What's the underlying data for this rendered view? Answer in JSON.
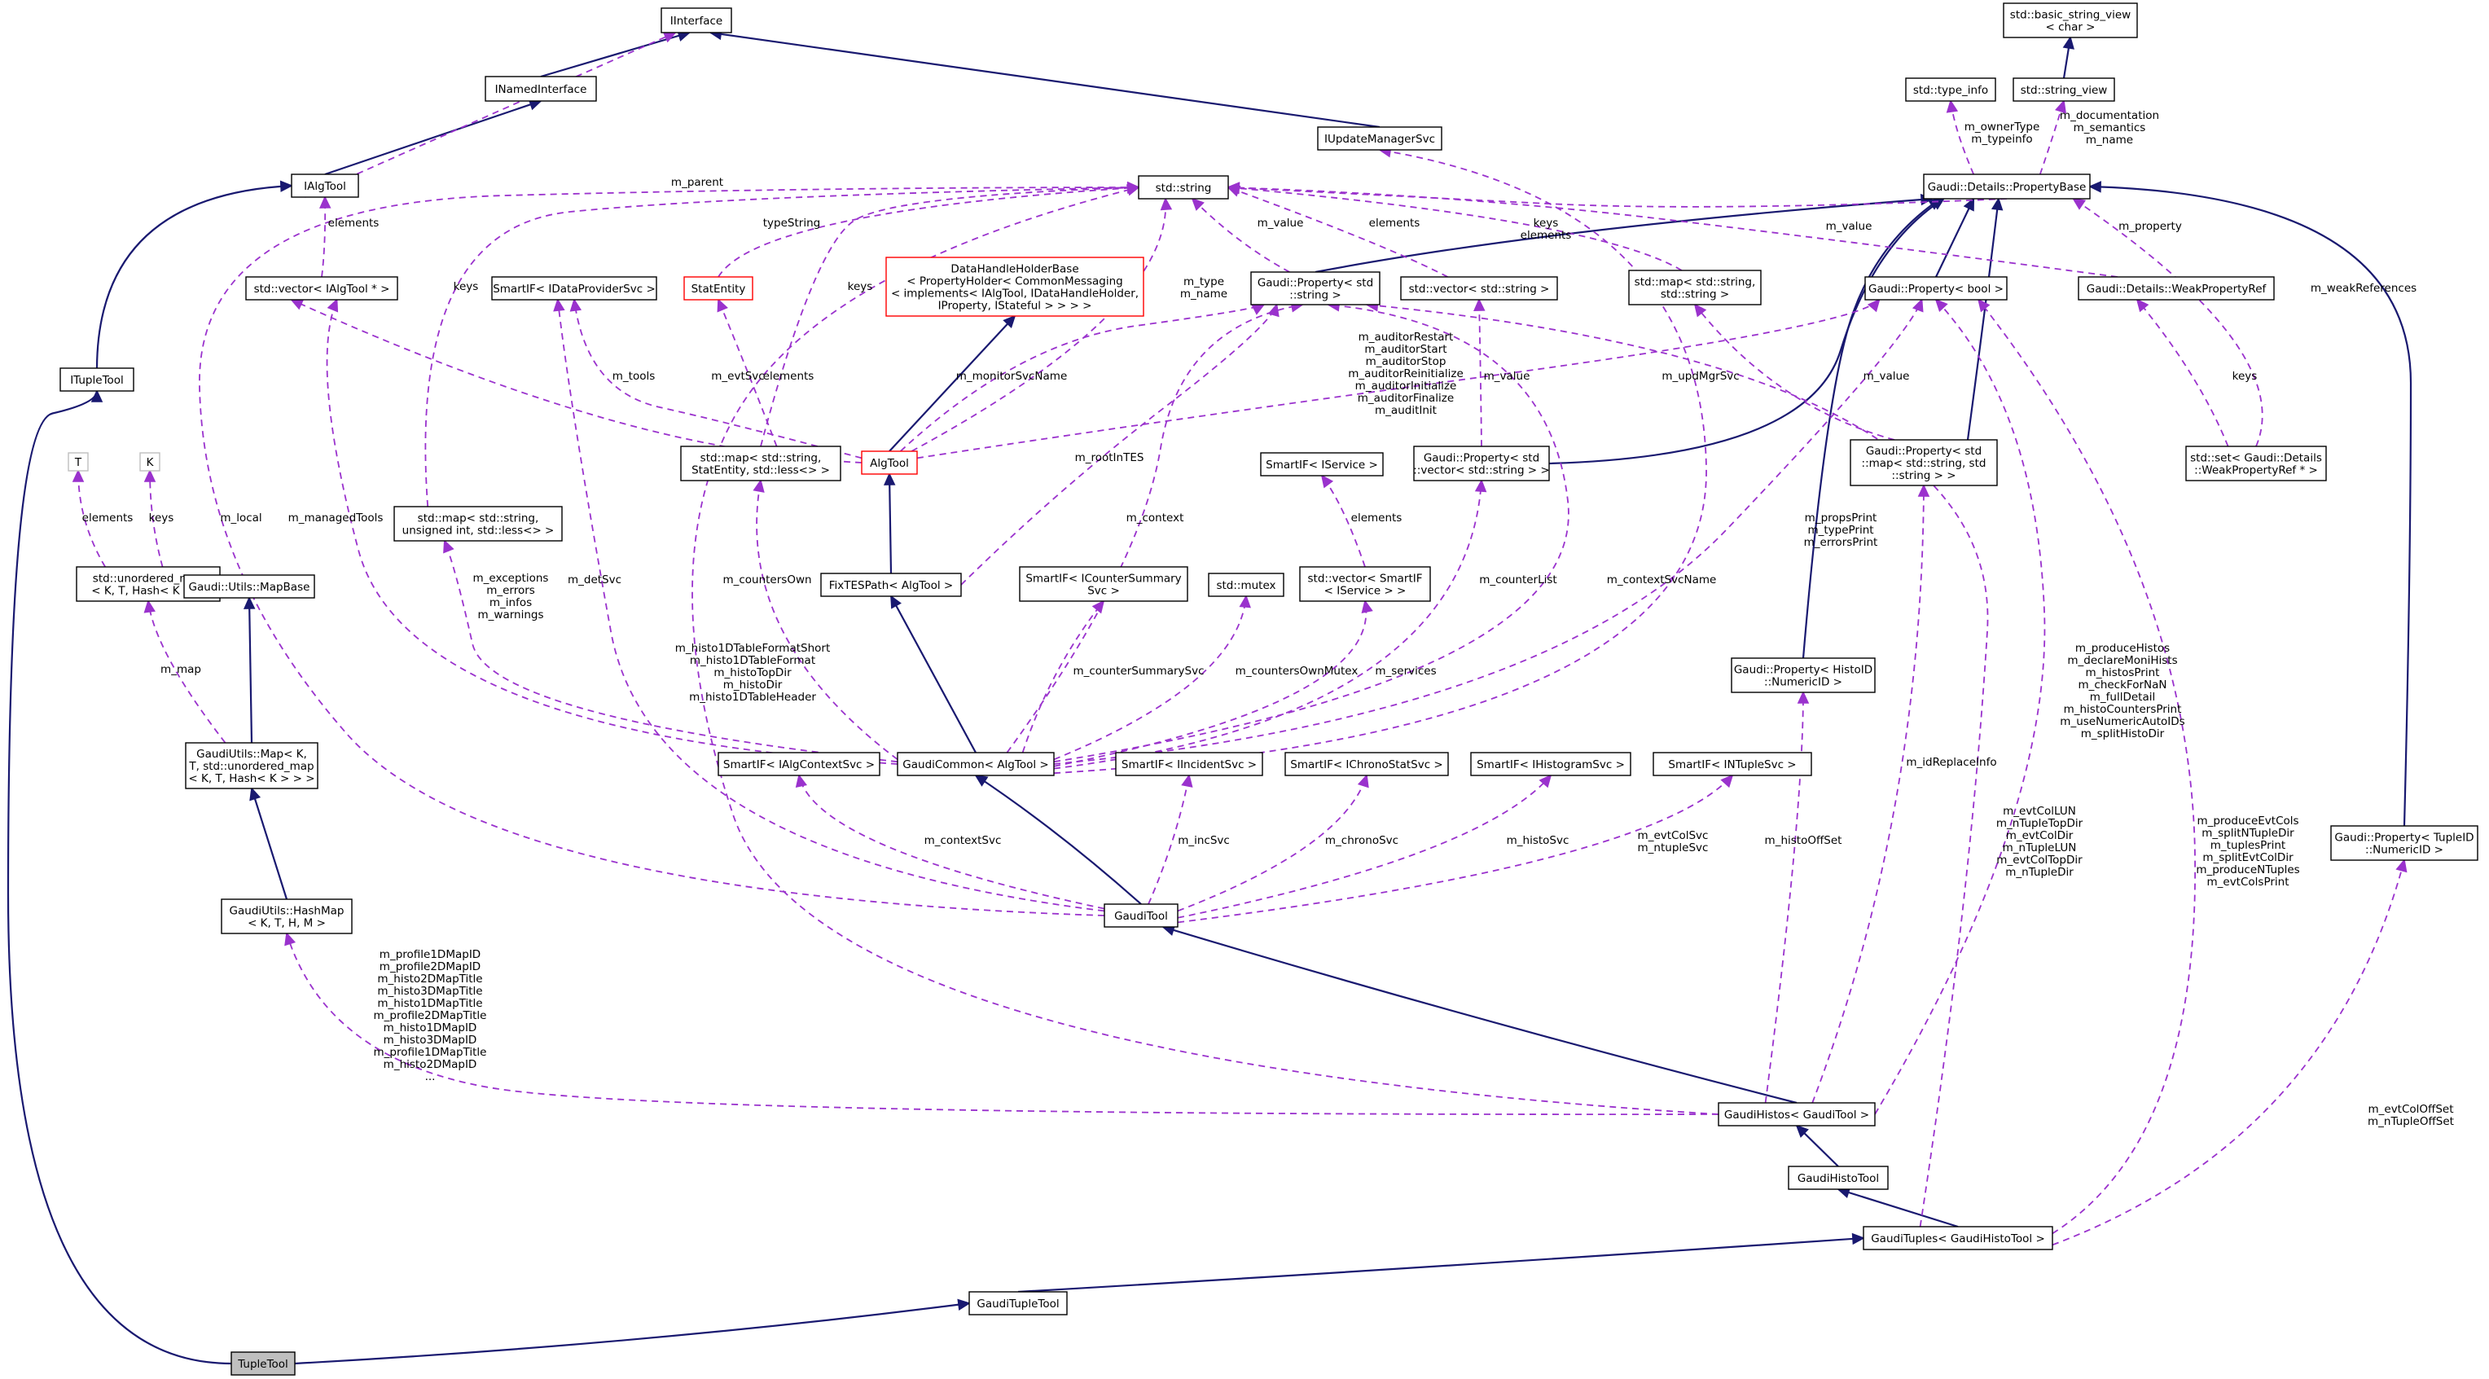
{
  "colors": {
    "inheritance": "#191970",
    "usage": "#9a32cd",
    "boxes": "#000000",
    "red_boxes": "#ff0000",
    "grey_boxes": "#bfbfbf",
    "selected_fill": "#bfbfbf"
  },
  "nodes": {
    "IInterface": [
      "IInterface"
    ],
    "std_basic_string_view": [
      "std::basic_string_view",
      "< char >"
    ],
    "INamedInterface": [
      "INamedInterface"
    ],
    "std_type_info": [
      "std::type_info"
    ],
    "std_string_view": [
      "std::string_view"
    ],
    "IUpdateManagerSvc": [
      "IUpdateManagerSvc"
    ],
    "IAlgTool": [
      "IAlgTool"
    ],
    "std_string": [
      "std::string"
    ],
    "PropertyBase": [
      "Gaudi::Details::PropertyBase"
    ],
    "vector_IAlgTool": [
      "std::vector< IAlgTool * >"
    ],
    "SmartIF_IDataProviderSvc": [
      "SmartIF< IDataProviderSvc >"
    ],
    "StatEntity": [
      "StatEntity"
    ],
    "DataHandleHolderBase": [
      "DataHandleHolderBase",
      "< PropertyHolder< CommonMessaging",
      "< implements< IAlgTool, IDataHandleHolder,",
      "IProperty, IStateful > > > >"
    ],
    "Property_string": [
      "Gaudi::Property< std",
      "::string >"
    ],
    "vector_string": [
      "std::vector< std::string >"
    ],
    "map_string_string": [
      "std::map< std::string,",
      "std::string >"
    ],
    "Property_bool": [
      "Gaudi::Property< bool >"
    ],
    "WeakPropertyRef": [
      "Gaudi::Details::WeakPropertyRef"
    ],
    "ITupleTool": [
      "ITupleTool"
    ],
    "T": [
      "T"
    ],
    "K": [
      "K"
    ],
    "map_string_StatEntity": [
      "std::map< std::string,",
      "StatEntity, std::less<> >"
    ],
    "AlgTool": [
      "AlgTool"
    ],
    "SmartIF_IService": [
      "SmartIF< IService >"
    ],
    "Property_vector_string": [
      "Gaudi::Property< std",
      "::vector< std::string > >"
    ],
    "Property_map_string": [
      "Gaudi::Property< std",
      "::map< std::string, std",
      "::string > >"
    ],
    "set_WeakPropertyRef": [
      "std::set< Gaudi::Details",
      "::WeakPropertyRef * >"
    ],
    "map_string_unsigned": [
      "std::map< std::string,",
      "unsigned int, std::less<> >"
    ],
    "unordered_map": [
      "std::unordered_map",
      "< K, T, Hash< K > >"
    ],
    "MapBase": [
      "Gaudi::Utils::MapBase"
    ],
    "FixTESPath": [
      "FixTESPath< AlgTool >"
    ],
    "SmartIF_ICounterSummarySvc": [
      "SmartIF< ICounterSummary",
      "Svc >"
    ],
    "std_mutex": [
      "std::mutex"
    ],
    "vector_SmartIF_IService": [
      "std::vector< SmartIF",
      "< IService > >"
    ],
    "Property_HistoID": [
      "Gaudi::Property< HistoID",
      "::NumericID >"
    ],
    "GaudiUtils_Map": [
      "GaudiUtils::Map< K,",
      "T, std::unordered_map",
      "< K, T, Hash< K > > >"
    ],
    "GaudiCommon": [
      "GaudiCommon< AlgTool >"
    ],
    "SmartIF_IAlgContextSvc": [
      "SmartIF< IAlgContextSvc >"
    ],
    "SmartIF_IIncidentSvc": [
      "SmartIF< IIncidentSvc >"
    ],
    "SmartIF_IChronoStatSvc": [
      "SmartIF< IChronoStatSvc >"
    ],
    "SmartIF_IHistogramSvc": [
      "SmartIF< IHistogramSvc >"
    ],
    "SmartIF_INTupleSvc": [
      "SmartIF< INTupleSvc >"
    ],
    "Property_TupleID": [
      "Gaudi::Property< TupleID",
      "::NumericID >"
    ],
    "HashMap": [
      "GaudiUtils::HashMap",
      "< K, T, H, M >"
    ],
    "GaudiTool": [
      "GaudiTool"
    ],
    "GaudiHistos": [
      "GaudiHistos< GaudiTool >"
    ],
    "GaudiHistoTool": [
      "GaudiHistoTool"
    ],
    "GaudiTuples": [
      "GaudiTuples< GaudiHistoTool >"
    ],
    "GaudiTupleTool": [
      "GaudiTupleTool"
    ],
    "TupleTool": [
      "TupleTool"
    ]
  },
  "edge_labels": {
    "m_parent": [
      "m_parent"
    ],
    "typeString": [
      "typeString"
    ],
    "elements_iAlgTool": [
      "elements"
    ],
    "keys_left": [
      "keys"
    ],
    "keys_mid": [
      "keys"
    ],
    "m_type_name": [
      "m_type",
      "m_name"
    ],
    "m_value_propstr": [
      "m_value"
    ],
    "elements_vecstr": [
      "elements"
    ],
    "keys_elements": [
      "keys",
      "elements"
    ],
    "m_value_propbase": [
      "m_value"
    ],
    "m_property": [
      "m_property"
    ],
    "m_weakReferences": [
      "m_weakReferences"
    ],
    "m_ownerType": [
      "m_ownerType",
      "m_typeinfo"
    ],
    "m_documentation": [
      "m_documentation",
      "m_semantics",
      "m_name"
    ],
    "m_tools": [
      "m_tools"
    ],
    "m_evtSvc": [
      "m_evtSvc"
    ],
    "elements_stat": [
      "elements"
    ],
    "m_monitorSvcName": [
      "m_monitorSvcName"
    ],
    "m_auditor": [
      "m_auditorRestart",
      "m_auditorStart",
      "m_auditorStop",
      "m_auditorReinitialize",
      "m_auditorInitialize",
      "m_auditorFinalize",
      "m_auditInit"
    ],
    "m_value_vecprop": [
      "m_value"
    ],
    "m_updMgrSvc": [
      "m_updMgrSvc"
    ],
    "m_value_mapprop": [
      "m_value"
    ],
    "keys_set": [
      "keys"
    ],
    "elements_T": [
      "elements"
    ],
    "keys_K": [
      "keys"
    ],
    "m_local": [
      "m_local"
    ],
    "m_managedTools": [
      "m_managedTools"
    ],
    "m_rootInTES": [
      "m_rootInTES"
    ],
    "elements_services": [
      "elements"
    ],
    "m_context": [
      "m_context"
    ],
    "m_propsPrint": [
      "m_propsPrint",
      "m_typePrint",
      "m_errorsPrint"
    ],
    "m_exceptions": [
      "m_exceptions",
      "m_errors",
      "m_infos",
      "m_warnings"
    ],
    "m_detSvc": [
      "m_detSvc"
    ],
    "m_countersOwn": [
      "m_countersOwn"
    ],
    "m_counterList": [
      "m_counterList"
    ],
    "m_contextSvcName": [
      "m_contextSvcName"
    ],
    "m_map": [
      "m_map"
    ],
    "m_histo1DTable": [
      "m_histo1DTableFormatShort",
      "m_histo1DTableFormat",
      "m_histoTopDir",
      "m_histoDir",
      "m_histo1DTableHeader"
    ],
    "m_counterSummarySvc": [
      "m_counterSummarySvc"
    ],
    "m_countersOwnMutex": [
      "m_countersOwnMutex"
    ],
    "m_services": [
      "m_services"
    ],
    "m_produceHistos": [
      "m_produceHistos",
      "m_declareMoniHists",
      "m_histosPrint",
      "m_checkForNaN",
      "m_fullDetail",
      "m_histoCountersPrint",
      "m_useNumericAutoIDs",
      "m_splitHistoDir"
    ],
    "m_idReplaceInfo": [
      "m_idReplaceInfo"
    ],
    "m_contextSvc": [
      "m_contextSvc"
    ],
    "m_incSvc": [
      "m_incSvc"
    ],
    "m_chronoSvc": [
      "m_chronoSvc"
    ],
    "m_histoSvc": [
      "m_histoSvc"
    ],
    "m_evtColSvc": [
      "m_evtColSvc",
      "m_ntupleSvc"
    ],
    "m_histoOffSet": [
      "m_histoOffSet"
    ],
    "m_evtColLUN": [
      "m_evtColLUN",
      "m_nTupleTopDir",
      "m_evtColDir",
      "m_nTupleLUN",
      "m_evtColTopDir",
      "m_nTupleDir"
    ],
    "m_produceEvtCols": [
      "m_produceEvtCols",
      "m_splitNTupleDir",
      "m_tuplesPrint",
      "m_splitEvtColDir",
      "m_produceNTuples",
      "m_evtColsPrint"
    ],
    "m_profile": [
      "m_profile1DMapID",
      "m_profile2DMapID",
      "m_histo2DMapTitle",
      "m_histo3DMapTitle",
      "m_histo1DMapTitle",
      "m_profile2DMapTitle",
      "m_histo1DMapID",
      "m_histo3DMapID",
      "m_profile1DMapTitle",
      "m_histo2DMapID",
      "..."
    ],
    "m_evtColOffSet": [
      "m_evtColOffSet",
      "m_nTupleOffSet"
    ]
  }
}
